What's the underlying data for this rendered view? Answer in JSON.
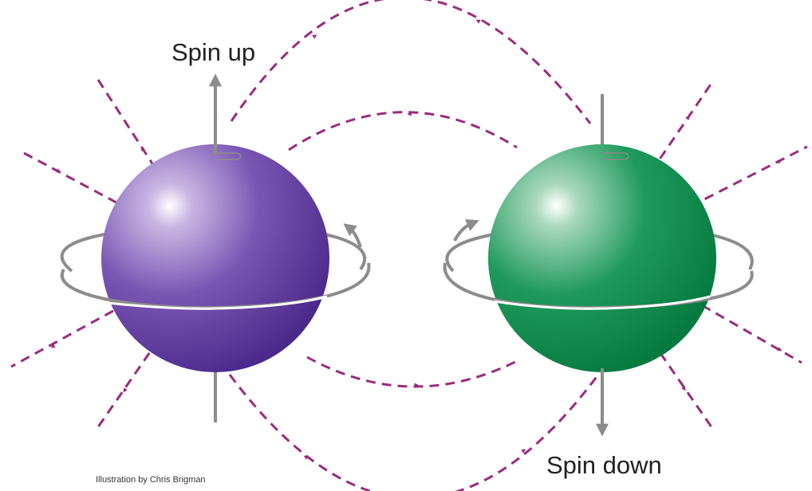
{
  "labels": {
    "spin_up": "Spin up",
    "spin_down": "Spin down",
    "credit": "Illustration by Chris Brigman"
  },
  "colors": {
    "spin_up_sphere": "#5a3794",
    "spin_down_sphere": "#0b8a4a",
    "field_lines": "#9b2a80",
    "axis_and_spin_arrows": "#8c8c8c"
  }
}
